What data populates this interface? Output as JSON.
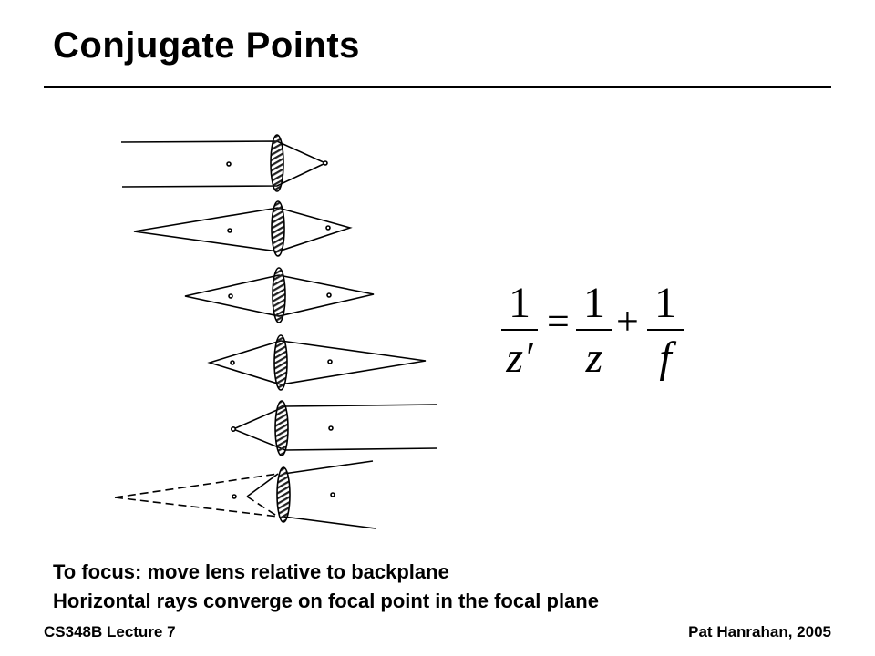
{
  "title": "Conjugate Points",
  "equation": {
    "lhs_num": "1",
    "lhs_den": "z′",
    "equals": "=",
    "term1_num": "1",
    "term1_den": "z",
    "plus": "+",
    "term2_num": "1",
    "term2_den": "f"
  },
  "bullets": [
    "To focus: move lens relative to backplane",
    "Horizontal rays converge on focal point in the focal plane"
  ],
  "footer": {
    "left": "CS348B Lecture 7",
    "right": "Pat Hanrahan, 2005"
  }
}
